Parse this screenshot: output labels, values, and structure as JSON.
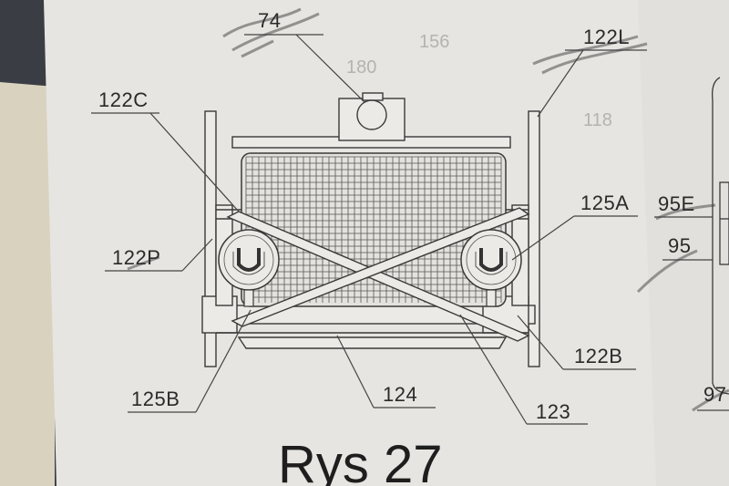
{
  "figure": {
    "caption": "Rys 27"
  },
  "callouts": {
    "c74": "74",
    "c122L": "122L",
    "c122C": "122C",
    "c125A": "125A",
    "c95E": "95E",
    "c95": "95",
    "c122P": "122P",
    "c122B": "122B",
    "c125B": "125B",
    "c124": "124",
    "c123": "123",
    "c97": "97"
  },
  "background_marks": {
    "faint_a": "156",
    "faint_b": "180",
    "faint_c": "118"
  },
  "colors": {
    "paper": "#e7e6e2",
    "ink": "#3a3a3a",
    "pencil": "#6a6a6a",
    "table": "#3a3d44"
  }
}
